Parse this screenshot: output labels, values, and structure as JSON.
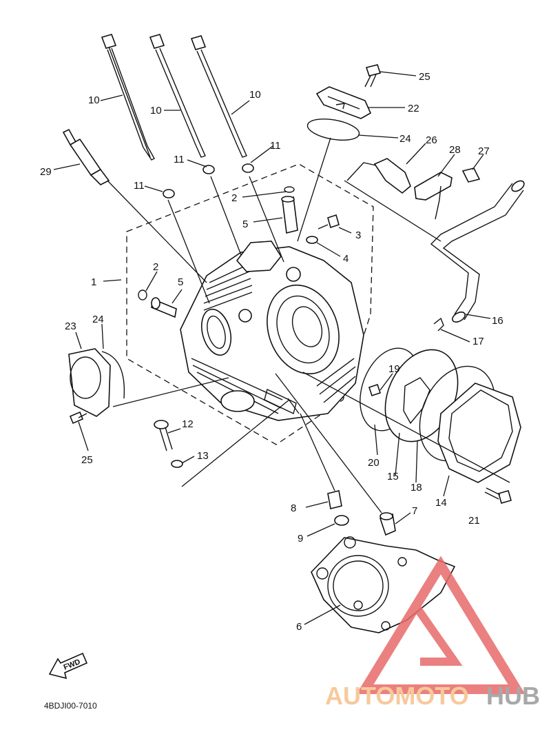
{
  "diagram": {
    "drawing_code": "4BDJI00-7010",
    "fwd_label": "FWD",
    "watermark": {
      "word_a": "AUTOMOTO",
      "word_b": "HUB",
      "colors": {
        "a": "#f6c08a",
        "b": "#9a9a9a",
        "triangle": "#e86a6a"
      }
    },
    "callouts": [
      "10",
      "10",
      "10",
      "11",
      "11",
      "11",
      "29",
      "25",
      "22",
      "24",
      "26",
      "28",
      "27",
      "2",
      "5",
      "3",
      "4",
      "1",
      "2",
      "5",
      "23",
      "24",
      "25",
      "12",
      "13",
      "16",
      "17",
      "19",
      "20",
      "15",
      "18",
      "14",
      "21",
      "8",
      "7",
      "9",
      "6"
    ]
  }
}
